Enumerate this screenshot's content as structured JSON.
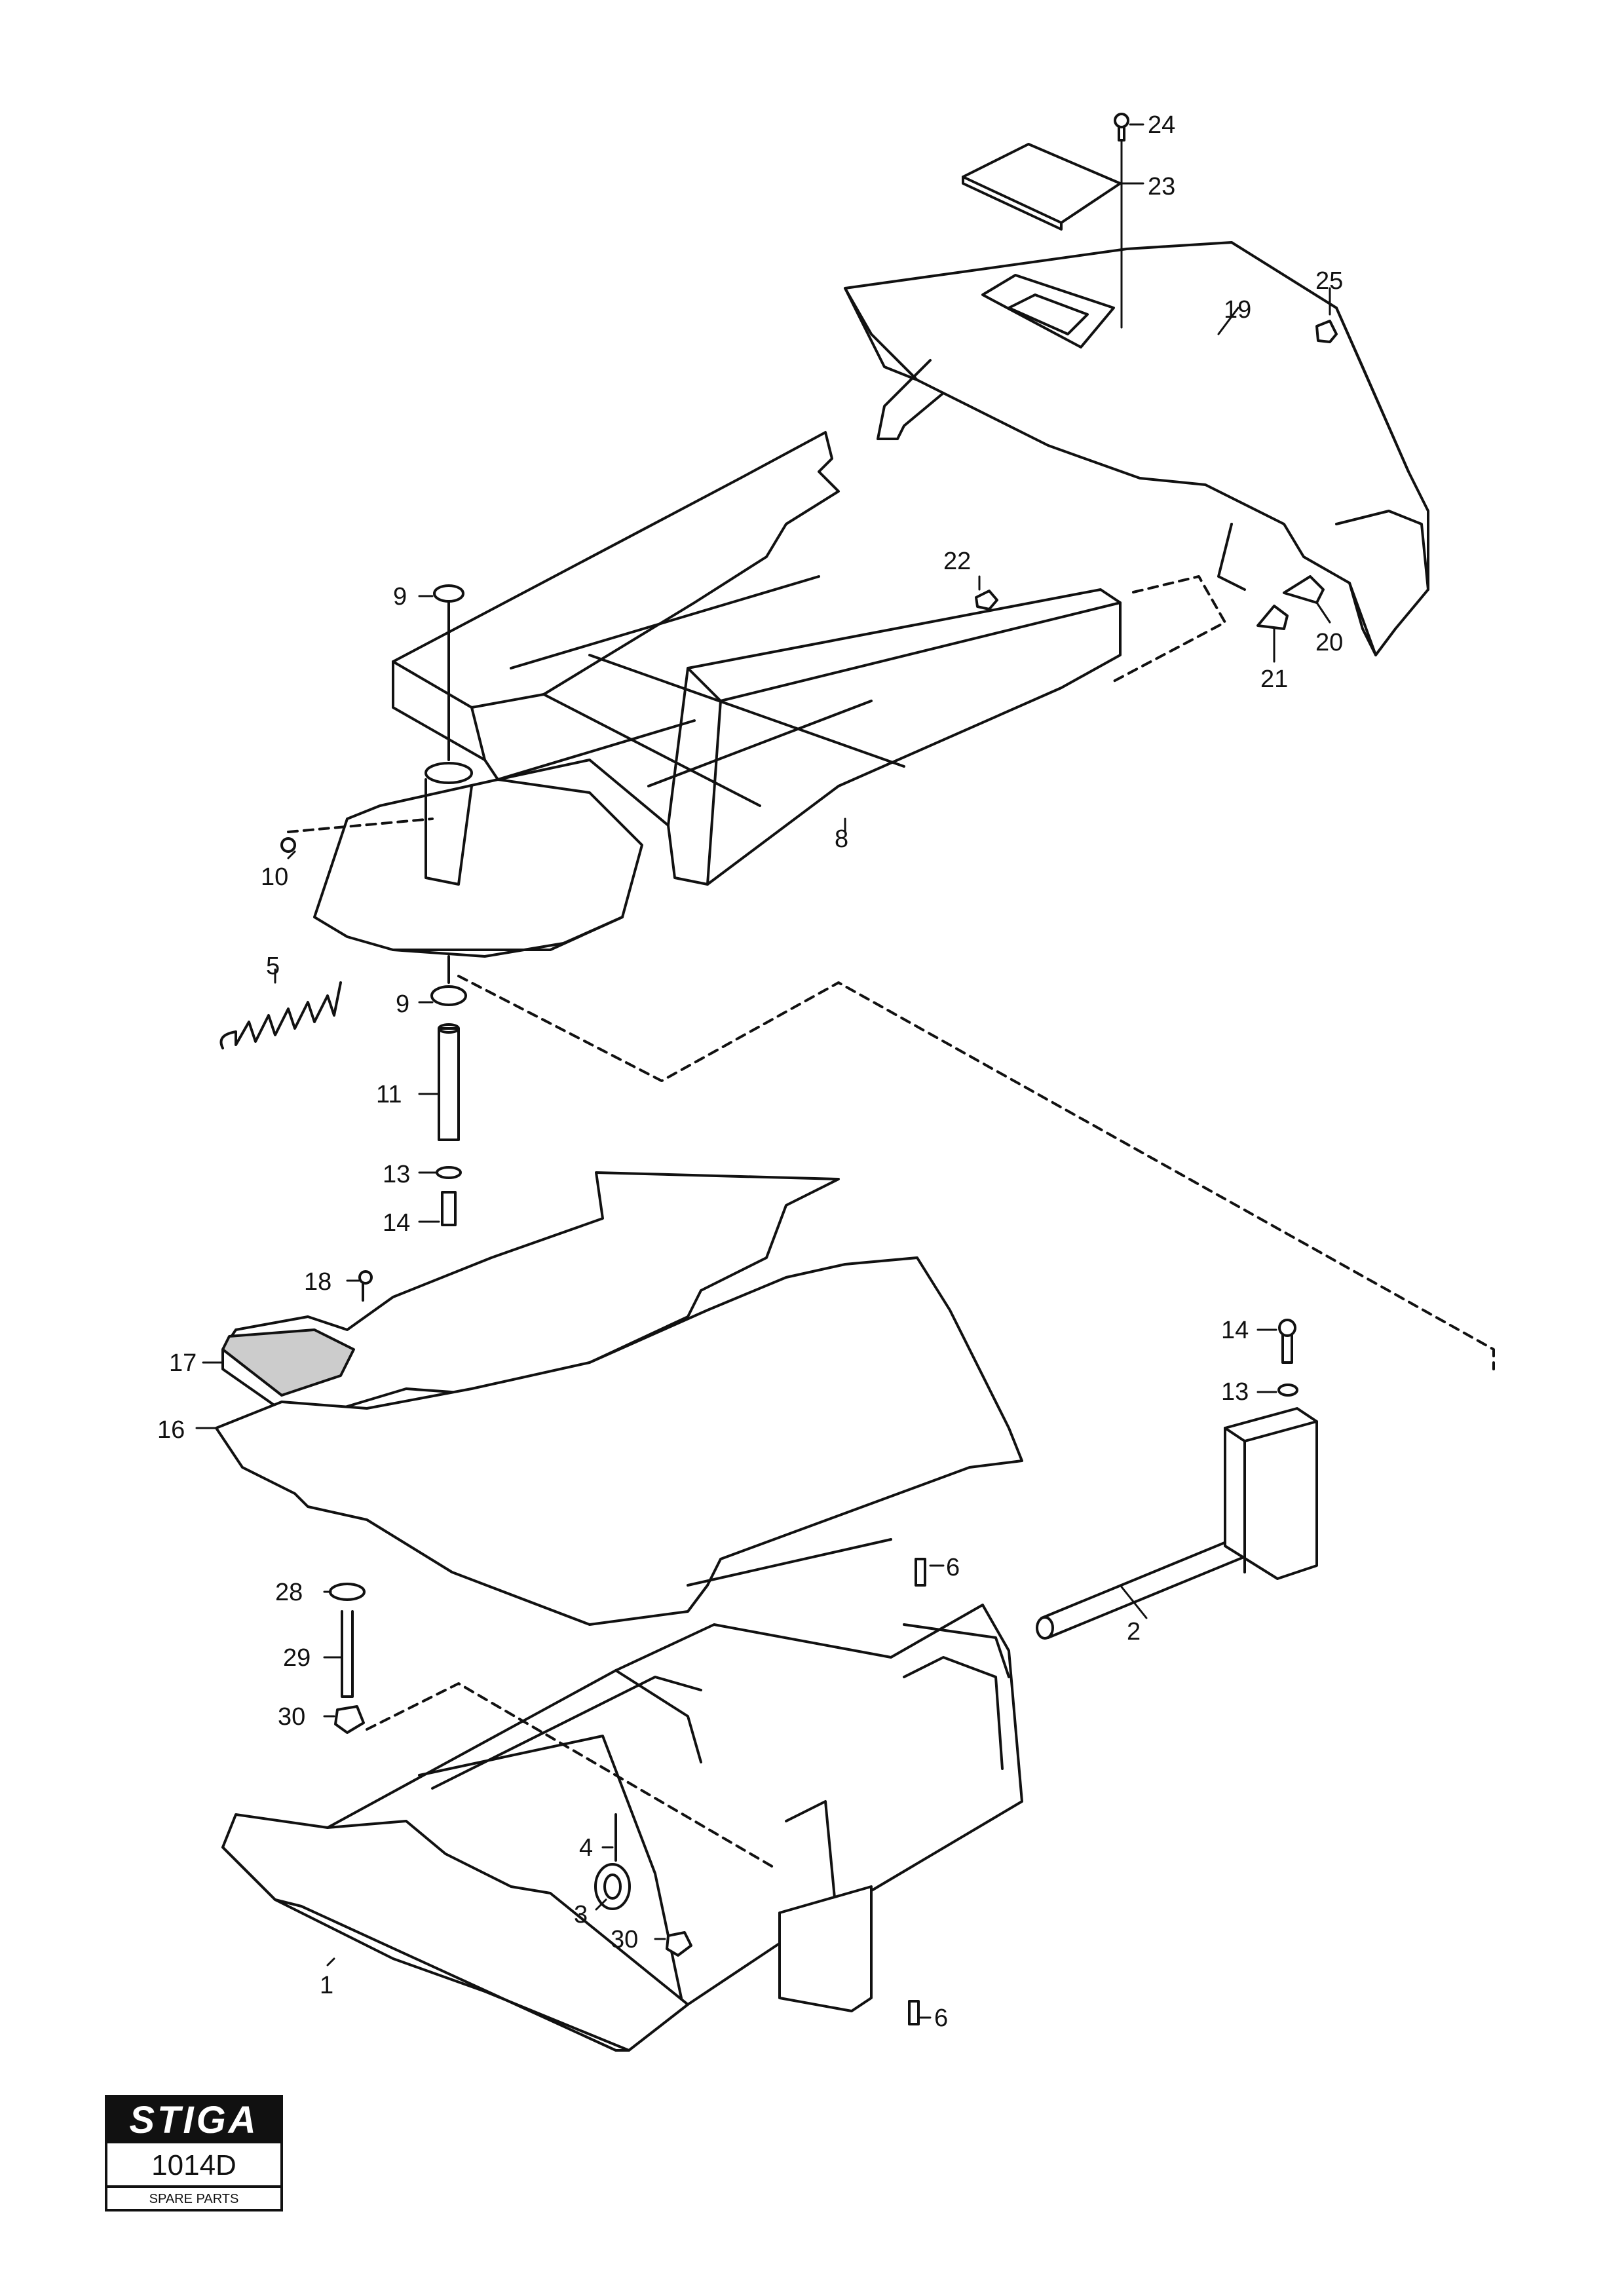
{
  "labels": {
    "l1": "1",
    "l2": "2",
    "l3": "3",
    "l4": "4",
    "l5": "5",
    "l6a": "6",
    "l6b": "6",
    "l8": "8",
    "l9a": "9",
    "l9b": "9",
    "l10": "10",
    "l11": "11",
    "l13a": "13",
    "l13b": "13",
    "l14a": "14",
    "l14b": "14",
    "l16": "16",
    "l17": "17",
    "l18": "18",
    "l19": "19",
    "l20": "20",
    "l21": "21",
    "l22": "22",
    "l23": "23",
    "l24": "24",
    "l25": "25",
    "l28": "28",
    "l29": "29",
    "l30a": "30",
    "l30b": "30"
  },
  "logo": {
    "brand": "STIGA",
    "code": "1014D",
    "subtitle": "SPARE PARTS"
  }
}
